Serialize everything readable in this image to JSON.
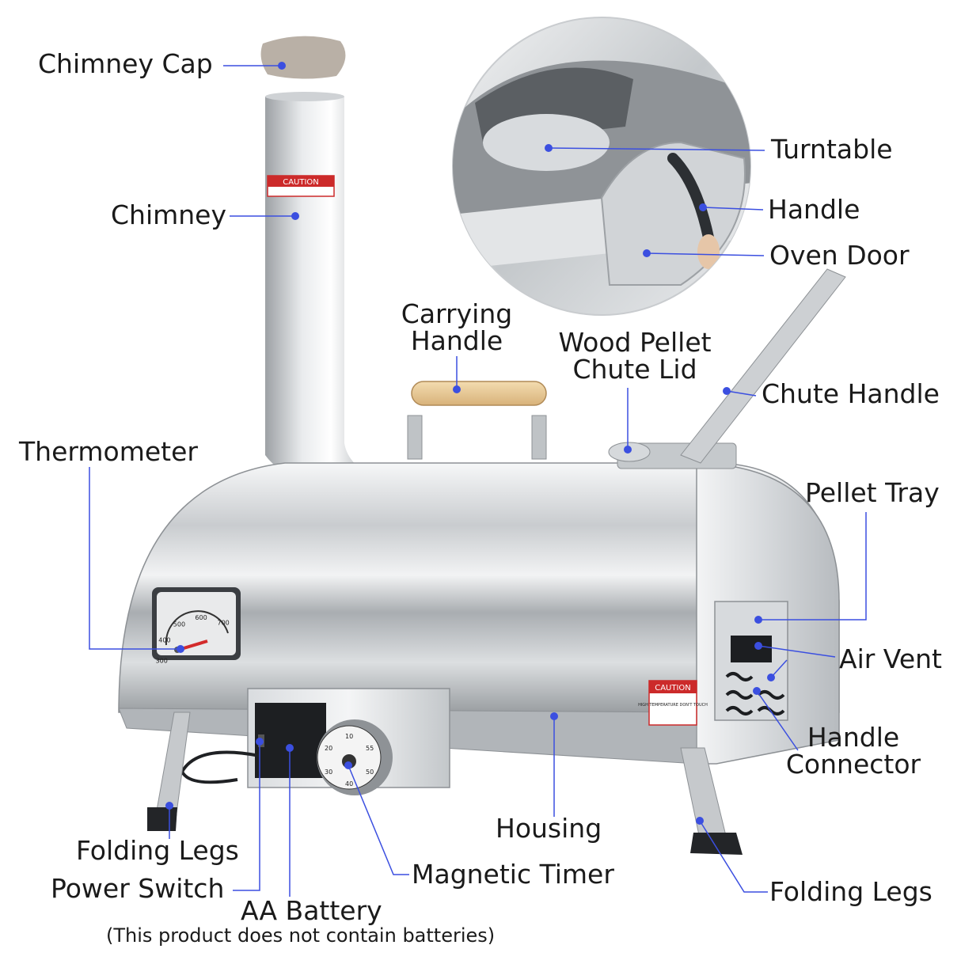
{
  "labels": {
    "chimney_cap": "Chimney Cap",
    "chimney": "Chimney",
    "turntable": "Turntable",
    "handle": "Handle",
    "oven_door": "Oven Door",
    "carrying_handle": "Carrying\nHandle",
    "wood_pellet_chute_lid": "Wood Pellet\nChute Lid",
    "chute_handle": "Chute Handle",
    "thermometer": "Thermometer",
    "pellet_tray": "Pellet Tray",
    "air_vent": "Air Vent",
    "handle_connector": "Handle\nConnector",
    "housing": "Housing",
    "folding_legs_left": "Folding Legs",
    "folding_legs_right": "Folding Legs",
    "power_switch": "Power Switch",
    "magnetic_timer": "Magnetic Timer",
    "aa_battery": "AA Battery",
    "battery_note": "(This product does not contain batteries)"
  },
  "product_text": {
    "caution": "CAUTION",
    "caution_sub": "HIGH TEMPERATURE DON'T TOUCH",
    "thermo_scale": [
      "300",
      "400",
      "500",
      "600",
      "700"
    ],
    "timer_scale": [
      "10",
      "20",
      "30",
      "40",
      "50",
      "55"
    ]
  },
  "colors": {
    "leader": "#3b4fe0",
    "steel_light": "#eceef0",
    "steel_dark": "#8d9195",
    "caution_red": "#d4282a",
    "wood": "#e8c892"
  }
}
